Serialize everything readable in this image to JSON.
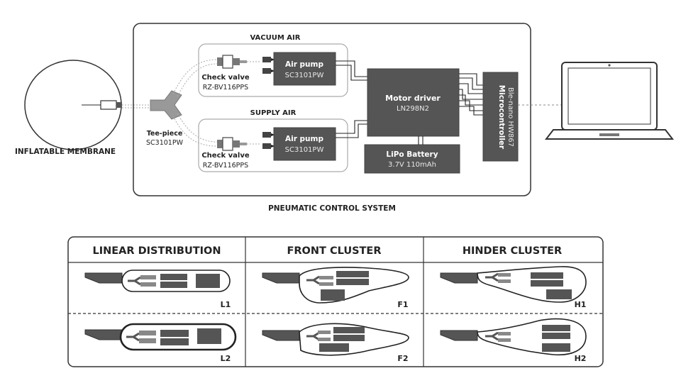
{
  "membrane": {
    "label": "INFLATABLE MEMBRANE"
  },
  "tee_piece": {
    "label": "Tee-piece",
    "model": "SC3101PW"
  },
  "vacuum": {
    "section_label": "VACUUM AIR",
    "check_valve_label": "Check valve",
    "check_valve_model": "RZ-BV116PPS",
    "pump_label": "Air pump",
    "pump_model": "SC3101PW"
  },
  "supply": {
    "section_label": "SUPPLY AIR",
    "check_valve_label": "Check valve",
    "check_valve_model": "RZ-BV116PPS",
    "pump_label": "Air pump",
    "pump_model": "SC3101PW"
  },
  "motor_driver": {
    "label": "Motor driver",
    "model": "LN298N2"
  },
  "battery": {
    "label": "LiPo Battery",
    "spec": "3.7V 110mAh"
  },
  "microcontroller": {
    "label": "Microcontroller",
    "model": "Ble-nano HW867"
  },
  "system_caption": "PNEUMATIC CONTROL SYSTEM",
  "layouts": {
    "columns": [
      "LINEAR DISTRIBUTION",
      "FRONT CLUSTER",
      "HINDER CLUSTER"
    ],
    "tags": {
      "l1": "L1",
      "l2": "L2",
      "f1": "F1",
      "f2": "F2",
      "h1": "H1",
      "h2": "H2"
    }
  },
  "colors": {
    "component_fill": "#555555",
    "outline": "#333333",
    "group_border": "#aaaaaa",
    "text": "#222222"
  }
}
